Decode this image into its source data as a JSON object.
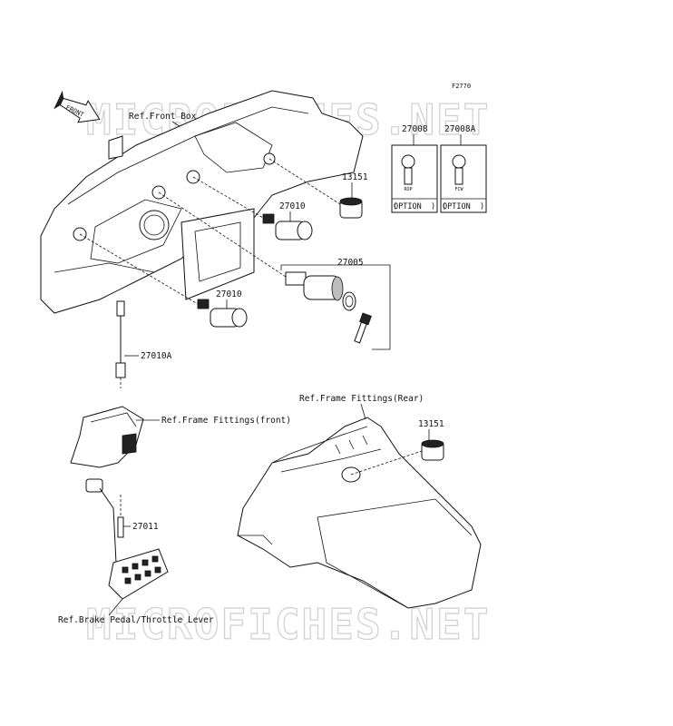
{
  "figure_code": "F2770",
  "watermark": "MICROFICHES.NET",
  "front_arrow": "FRONT",
  "option_cards": [
    {
      "number": "27008",
      "tag": "OPTION",
      "key_text": "ROP"
    },
    {
      "number": "27008A",
      "tag": "OPTION",
      "key_text": "FCW"
    }
  ],
  "part_labels": {
    "p13151_top": "13151",
    "p27010_top": "27010",
    "p27005": "27005",
    "p27010_mid": "27010",
    "p27010A": "27010A",
    "p27011": "27011",
    "p13151_bottom": "13151"
  },
  "refs": {
    "front_box": "Ref.Front Box",
    "frame_rear": "Ref.Frame Fittings(Rear)",
    "frame_front": "Ref.Frame Fittings(front)",
    "brake_pedal": "Ref.Brake Pedal/Throttle Lever"
  }
}
